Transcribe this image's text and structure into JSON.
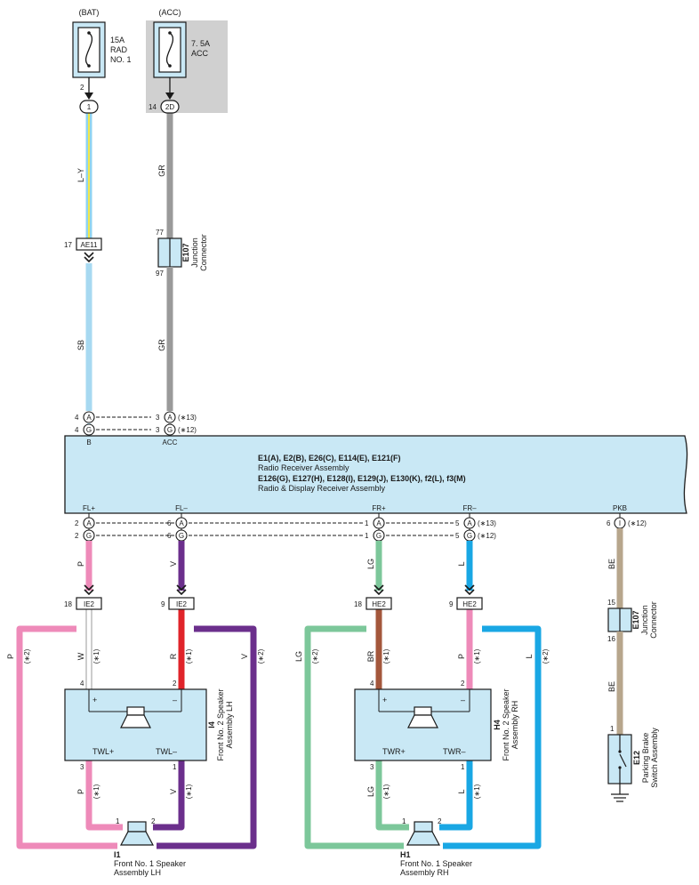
{
  "colors": {
    "LY_blue": "#8fd3f0",
    "LY_yellow": "#f1e84a",
    "GR": "#9a9a9a",
    "SB": "#a7d9f1",
    "P": "#ee8ab9",
    "V": "#6b2f8c",
    "R": "#e0242a",
    "W": "#ffffff",
    "LG": "#7cc79a",
    "BR": "#a4573c",
    "L": "#19a7e4",
    "BE": "#b7a68c",
    "component_fill": "#c9e8f5",
    "acc_background": "#d0d0d0"
  },
  "fuses": {
    "bat": {
      "supply": "(BAT)",
      "rating": "15A",
      "name_line1": "RAD",
      "name_line2": "NO. 1",
      "pin": "2",
      "connector": "1"
    },
    "acc": {
      "supply": "(ACC)",
      "rating": "7. 5A",
      "name": "ACC",
      "pin": "14",
      "connector": "2D"
    }
  },
  "junction_top": {
    "id": "E107",
    "line1": "Junction",
    "line2": "Connector",
    "pin_in": "77",
    "pin_out": "97"
  },
  "junction_right": {
    "id": "E107",
    "line1": "Junction",
    "line2": "Connector",
    "pin_in": "15",
    "pin_out": "16"
  },
  "inline_connectors": {
    "ae11": {
      "pin": "17",
      "label": "AE11"
    },
    "ie2_left": {
      "pin": "18",
      "label": "IE2"
    },
    "ie2_right": {
      "pin": "9",
      "label": "IE2"
    },
    "he2_left": {
      "pin": "18",
      "label": "HE2"
    },
    "he2_right": {
      "pin": "9",
      "label": "HE2"
    }
  },
  "wires": {
    "ly": "L–Y",
    "gr1": "GR",
    "sb": "SB",
    "gr2": "GR",
    "p": "P",
    "v": "V",
    "lg": "LG",
    "l": "L",
    "be1": "BE",
    "be2": "BE",
    "lh_outer_p": "P",
    "lh_w": "W",
    "lh_r": "R",
    "lh_outer_v": "V",
    "lh_bottom_p": "P",
    "lh_bottom_v": "V",
    "rh_outer_lg": "LG",
    "rh_br": "BR",
    "rh_p": "P",
    "rh_outer_l": "L",
    "rh_bottom_lg": "LG",
    "rh_bottom_l": "L"
  },
  "notes": {
    "n1": "(∗1)",
    "n2": "(∗2)",
    "n12": "(∗12)",
    "n13": "(∗13)"
  },
  "receiver": {
    "line1": "E1(A), E2(B), E26(C), E114(E), E121(F)",
    "line2": "Radio Receiver Assembly",
    "line3": "E126(G), E127(H), E128(I), E129(J), E130(K), f2(L), f3(M)",
    "line4": "Radio & Display Receiver Assembly",
    "top_pins": {
      "b_a_num": "4",
      "b_a": "A",
      "b_g_num": "4",
      "b_g": "G",
      "b_label": "B",
      "acc_a_num": "3",
      "acc_a": "A",
      "acc_g_num": "3",
      "acc_g": "G",
      "acc_label": "ACC"
    },
    "bottom_pins": {
      "flp_label": "FL+",
      "flp_a_num": "2",
      "flp_g_num": "2",
      "flm_label": "FL–",
      "flm_a_num": "6",
      "flm_g_num": "6",
      "frp_label": "FR+",
      "frp_a_num": "1",
      "frp_g_num": "1",
      "frm_label": "FR–",
      "frm_a_num": "5",
      "frm_g_num": "5",
      "pkb_label": "PKB",
      "pkb_num": "6",
      "pkb_conn": "I",
      "a": "A",
      "g": "G"
    }
  },
  "speakers": {
    "lh2": {
      "id": "I4",
      "line1": "Front No. 2 Speaker",
      "line2": "Assembly LH",
      "plus": "+",
      "minus": "–",
      "twl_plus": "TWL+",
      "twl_minus": "TWL–",
      "pin4": "4",
      "pin2": "2",
      "pin3": "3",
      "pin1": "1"
    },
    "rh2": {
      "id": "H4",
      "line1": "Front No. 2 Speaker",
      "line2": "Assembly RH",
      "plus": "+",
      "minus": "–",
      "twr_plus": "TWR+",
      "twr_minus": "TWR–",
      "pin4": "4",
      "pin2": "2",
      "pin3": "3",
      "pin1": "1"
    },
    "lh1": {
      "id": "I1",
      "line1": "Front No. 1 Speaker",
      "line2": "Assembly LH",
      "pin1": "1",
      "pin2": "2"
    },
    "rh1": {
      "id": "H1",
      "line1": "Front No. 1 Speaker",
      "line2": "Assembly RH",
      "pin1": "1",
      "pin2": "2"
    }
  },
  "parking_switch": {
    "id": "E12",
    "line1": "Parking Brake",
    "line2": "Switch Assembly",
    "pin": "1"
  }
}
